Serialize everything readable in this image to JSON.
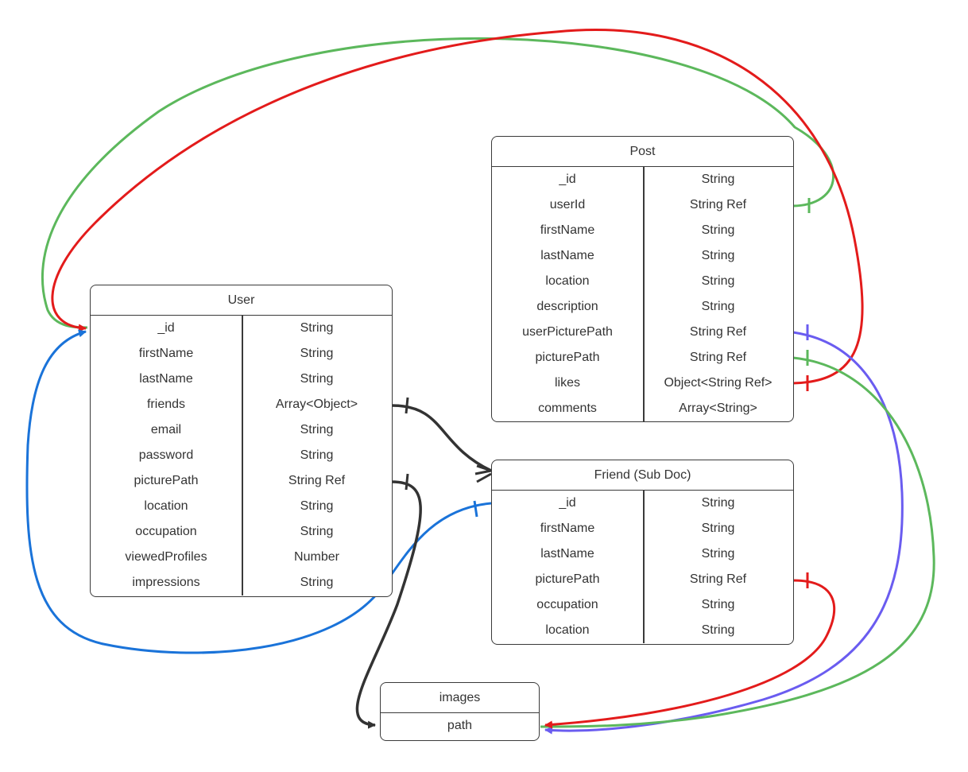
{
  "entities": {
    "user": {
      "title": "User",
      "fields": [
        {
          "name": "_id",
          "type": "String"
        },
        {
          "name": "firstName",
          "type": "String"
        },
        {
          "name": "lastName",
          "type": "String"
        },
        {
          "name": "friends",
          "type": "Array<Object>"
        },
        {
          "name": "email",
          "type": "String"
        },
        {
          "name": "password",
          "type": "String"
        },
        {
          "name": "picturePath",
          "type": "String Ref"
        },
        {
          "name": "location",
          "type": "String"
        },
        {
          "name": "occupation",
          "type": "String"
        },
        {
          "name": "viewedProfiles",
          "type": "Number"
        },
        {
          "name": "impressions",
          "type": "String"
        }
      ]
    },
    "post": {
      "title": "Post",
      "fields": [
        {
          "name": "_id",
          "type": "String"
        },
        {
          "name": "userId",
          "type": "String Ref"
        },
        {
          "name": "firstName",
          "type": "String"
        },
        {
          "name": "lastName",
          "type": "String"
        },
        {
          "name": "location",
          "type": "String"
        },
        {
          "name": "description",
          "type": "String"
        },
        {
          "name": "userPicturePath",
          "type": "String Ref"
        },
        {
          "name": "picturePath",
          "type": "String Ref"
        },
        {
          "name": "likes",
          "type": "Object<String Ref>"
        },
        {
          "name": "comments",
          "type": "Array<String>"
        }
      ]
    },
    "friend": {
      "title": "Friend (Sub Doc)",
      "fields": [
        {
          "name": "_id",
          "type": "String"
        },
        {
          "name": "firstName",
          "type": "String"
        },
        {
          "name": "lastName",
          "type": "String"
        },
        {
          "name": "picturePath",
          "type": "String Ref"
        },
        {
          "name": "occupation",
          "type": "String"
        },
        {
          "name": "location",
          "type": "String"
        }
      ]
    },
    "images": {
      "title": "images",
      "fields": [
        {
          "name": "path"
        }
      ]
    }
  },
  "relations": [
    {
      "from": "Post.userId",
      "to": "User._id",
      "color": "#5cb85c"
    },
    {
      "from": "Post.likes",
      "to": "User._id",
      "color": "#e31b1b"
    },
    {
      "from": "Friend (Sub Doc)",
      "to": "User._id",
      "color": "#1a73d9"
    },
    {
      "from": "User.friends",
      "to": "Friend (Sub Doc)",
      "color": "#333333"
    },
    {
      "from": "User.picturePath",
      "to": "images.path",
      "color": "#333333"
    },
    {
      "from": "Post.userPicturePath",
      "to": "images.path",
      "color": "#6a5cf0"
    },
    {
      "from": "Post.picturePath",
      "to": "images.path",
      "color": "#5cb85c"
    },
    {
      "from": "Friend.picturePath",
      "to": "images.path",
      "color": "#e31b1b"
    }
  ],
  "colors": {
    "border": "#3a3a3a",
    "text": "#333333"
  }
}
